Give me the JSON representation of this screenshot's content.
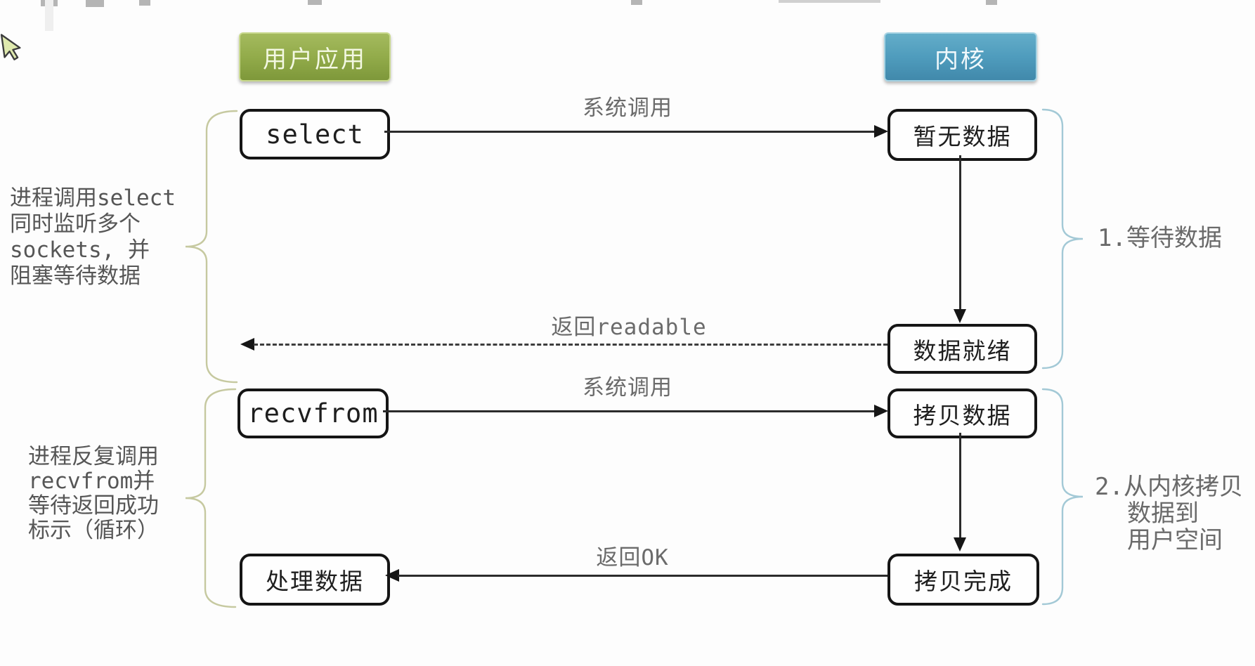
{
  "header": {
    "user_app_label": "用户应用",
    "kernel_label": "内核"
  },
  "nodes": {
    "select": "select",
    "no_data": "暂无数据",
    "data_ready": "数据就绪",
    "recvfrom": "recvfrom",
    "copy_data": "拷贝数据",
    "process_data": "处理数据",
    "copy_done": "拷贝完成"
  },
  "arrows": {
    "syscall1": "系统调用",
    "return_readable": "返回readable",
    "syscall2": "系统调用",
    "return_ok": "返回OK"
  },
  "annotations": {
    "left1": [
      "进程调用select",
      "同时监听多个",
      "sockets, 并",
      "阻塞等待数据"
    ],
    "left2": [
      "进程反复调用",
      "recvfrom并",
      "等待返回成功",
      "标示（循环）"
    ],
    "right1": "1.等待数据",
    "right2": [
      "2.从内核拷贝",
      "数据到",
      "用户空间"
    ]
  },
  "icons": {
    "mouse_cursor": "arrow-pointer"
  },
  "colors": {
    "user_app_green": "#93ac4b",
    "kernel_blue": "#4f9cbd",
    "node_border": "#151515",
    "arrow_dark": "#2b2b2b",
    "label_gray": "#6b6b6b",
    "left_brace_olive": "#c6c9a0",
    "right_brace_blue": "#a3c9d6"
  }
}
